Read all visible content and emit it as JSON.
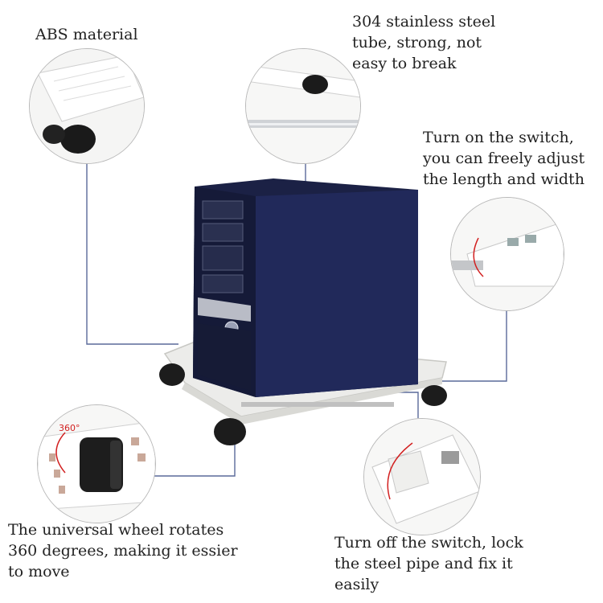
{
  "labels": {
    "abs": "ABS material",
    "steel": "304 stainless steel\ntube, strong, not\neasy to break",
    "switch_on": "Turn on the switch,\nyou can freely adjust\nthe length and width",
    "wheel": "The universal wheel rotates\n360 degrees, making it essier\nto move",
    "switch_off": "Turn off the switch, lock\nthe steel pipe and fix it\neasily"
  },
  "wheel_badge": "360°",
  "colors": {
    "tower": "#1b2145",
    "tray": "#e9e9e6",
    "line": "#4a5a8a",
    "rotation_arrow": "#d22020"
  }
}
